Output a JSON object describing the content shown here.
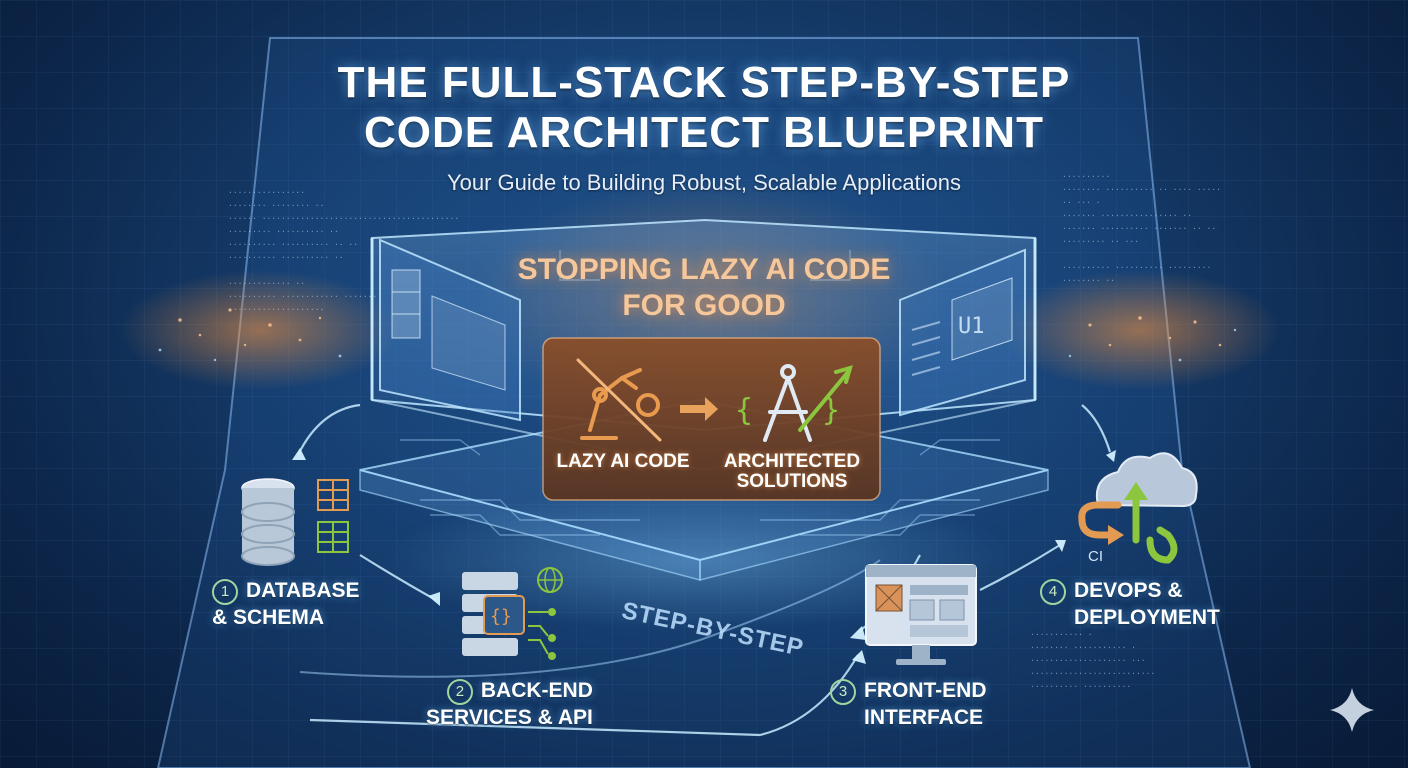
{
  "title": {
    "line1": "THE FULL-STACK STEP-BY-STEP",
    "line2": "CODE ARCHITECT BLUEPRINT"
  },
  "subtitle": "Your Guide to Building Robust, Scalable Applications",
  "headline": {
    "line1": "STOPPING LAZY AI CODE",
    "line2": "FOR GOOD"
  },
  "comparison": {
    "left_label": "LAZY AI CODE",
    "right_label_line1": "ARCHITECTED",
    "right_label_line2": "SOLUTIONS"
  },
  "path_label": "STEP-BY-STEP",
  "screen_text": "U1",
  "steps": [
    {
      "number": "1",
      "line1": "DATABASE",
      "line2": "& SCHEMA",
      "icon": "database-icon"
    },
    {
      "number": "2",
      "line1": "BACK-END",
      "line2": "SERVICES & API",
      "icon": "server-api-icon"
    },
    {
      "number": "3",
      "line1": "FRONT-END",
      "line2": "INTERFACE",
      "icon": "monitor-icon"
    },
    {
      "number": "4",
      "line1": "DEVOPS &",
      "line2": "DEPLOYMENT",
      "icon": "cloud-pipeline-icon"
    }
  ],
  "ci_label": "CI",
  "colors": {
    "background": "#153c6b",
    "accent_orange": "#e08a3c",
    "accent_green": "#8cc63f",
    "accent_cyan": "#6fc4ff"
  }
}
